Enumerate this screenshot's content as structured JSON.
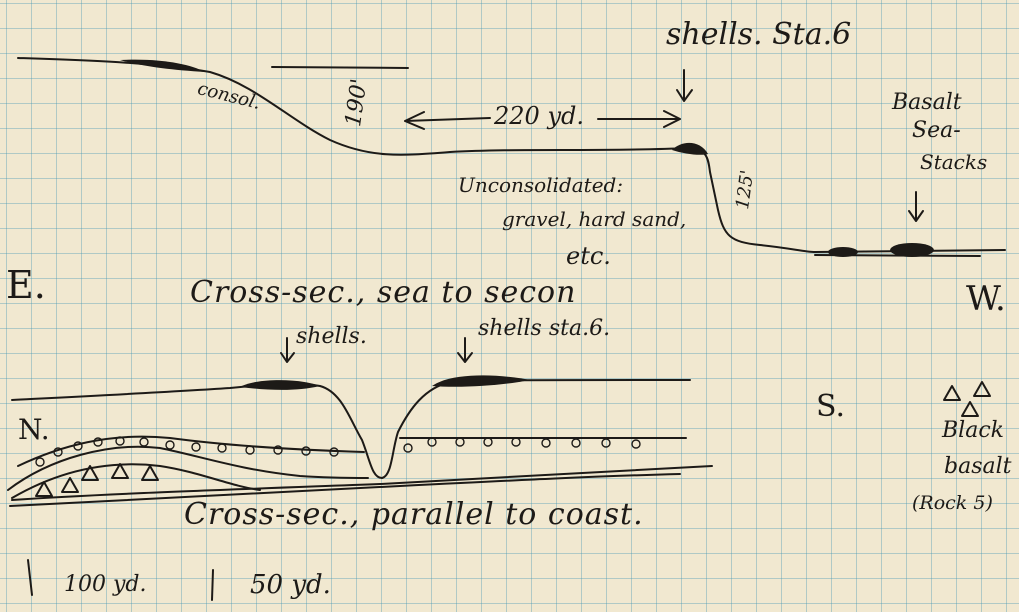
{
  "upper_section": {
    "consol_label": "consol.",
    "height_label": "190'",
    "distance_label": "220 yd.",
    "shells_label": "shells. Sta.6",
    "unconsolidated_label_1": "Unconsolidated:",
    "unconsolidated_label_2": "gravel, hard sand,",
    "unconsolidated_label_3": "etc.",
    "cliff_height_label": "125'",
    "basalt_label_1": "Basalt",
    "basalt_label_2": "Sea-",
    "basalt_label_3": "Stacks",
    "title": "Cross-sec., sea to secon",
    "east_label": "E.",
    "west_label": "W."
  },
  "lower_section": {
    "shells_left_label": "shells.",
    "shells_right_label": "shells sta.6.",
    "north_label": "N.",
    "south_label": "S.",
    "legend_line_1": "Black",
    "legend_line_2": "basalt",
    "legend_line_3": "(Rock 5)",
    "title": "Cross-sec., parallel to coast.",
    "scale_1": "100 yd.",
    "scale_2": "50 yd."
  },
  "colors": {
    "paper": "#f1e8d0",
    "grid": "#5a9cb4",
    "ink": "#1d1a17"
  }
}
